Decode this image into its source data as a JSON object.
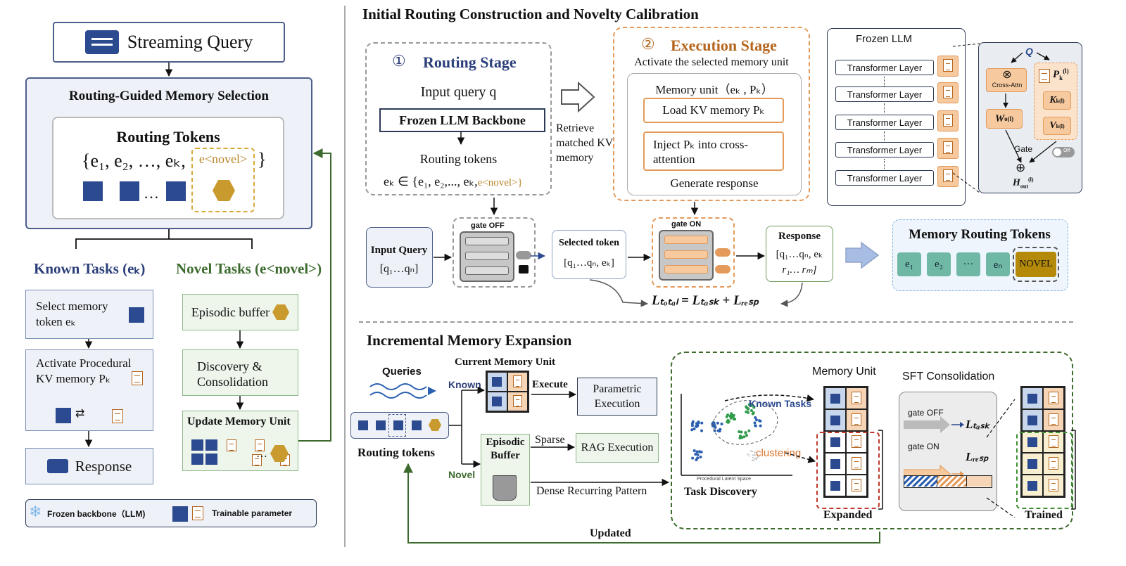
{
  "left": {
    "streaming_query": "Streaming Query",
    "selection_title": "Routing-Guided Memory Selection",
    "routing_tokens_title": "Routing Tokens",
    "routing_set_open": "{e",
    "routing_set": "{e₁,  e₂, …,  eₖ,",
    "novel_token": "e<novel>",
    "routing_set_close": "}",
    "ellipsis": "…",
    "known_tasks": "Known Tasks (eₖ)",
    "novel_tasks": "Novel Tasks (e<novel>)",
    "select_memory": "Select memory token eₖ",
    "activate": "Activate Procedural KV memory Pₖ",
    "response": "Response",
    "episodic_buffer": "Episodic buffer",
    "discovery": "Discovery & Consolidation",
    "update_memory": "Update Memory Unit",
    "legend_frozen": "Frozen backbone（LLM)",
    "legend_trainable": "Trainable parameter"
  },
  "top": {
    "title": "Initial Routing Construction and Novelty Calibration",
    "routing_stage_num": "①",
    "routing_stage": "Routing Stage",
    "input_query": "Input query q",
    "frozen_backbone": "Frozen LLM Backbone",
    "routing_tokens": "Routing tokens",
    "routing_formula": "eₖ ∈ {e₁, e₂,..., eₖ,",
    "routing_formula_novel": "e<novel>}",
    "retrieve": "Retrieve matched KV memory",
    "exec_stage_num": "②",
    "exec_stage": "Execution Stage",
    "activate_selected": "Activate the selected memory unit",
    "memory_unit": "Memory unit（eₖ ,  Pₖ）",
    "load_kv": "Load KV memory Pₖ",
    "inject": "Inject Pₖ into cross-attention",
    "generate": "Generate response",
    "frozen_llm": "Frozen LLM",
    "transformer_layer": "Transformer Layer",
    "q": "Q",
    "cross_attn": "Cross-Attn",
    "p_k": "P",
    "k_k": "K",
    "v_k": "V",
    "w_o": "W",
    "gate": "Gate",
    "off": "Off",
    "h_out": "H",
    "input_query_label": "Input Query",
    "input_query_seq": "[q₁…qₙ]",
    "gate_off": "gate OFF",
    "gate_on": "gate ON",
    "selected_token": "Selected token",
    "selected_seq": "[q₁…qₙ, eₖ]",
    "response_label": "Response",
    "response_seq1": "[q₁…qₙ, eₖ",
    "response_seq2": "r₁… rₘ]",
    "loss": "Lₜₒₜₐₗ = Lₜₐₛₖ + Lᵣₑₛₚ",
    "memory_routing_tokens": "Memory Routing Tokens",
    "tokens": [
      "e₁",
      "e₂",
      "···",
      "eₙ"
    ],
    "novel": "NOVEL"
  },
  "bottom": {
    "title": "Incremental  Memory Expansion",
    "queries": "Queries",
    "routing_tokens": "Routing tokens",
    "current_memory_unit": "Current Memory Unit",
    "known": "Known",
    "novel": "Novel",
    "execute": "Execute",
    "parametric_execution": "Parametric Execution",
    "episodic_buffer": "Episodic Buffer",
    "sparse": "Sparse",
    "rag_execution": "RAG Execution",
    "dense_pattern": "Dense Recurring Pattern",
    "known_tasks": "Known Tasks",
    "clustering": "clustering",
    "task_discovery": "Task Discovery",
    "latent_space": "Procedural Latent Space",
    "memory_unit": "Memory Unit",
    "expanded": "Expanded",
    "sft": "SFT Consolidation",
    "gate_off": "gate OFF",
    "gate_on": "gate ON",
    "l_task": "Lₜₐₛₖ",
    "l_resp": "Lᵣₑₛₚ",
    "trained": "Trained",
    "updated": "Updated"
  },
  "colors": {
    "navy": "#2b4a8f",
    "gold": "#c99a2e",
    "green": "#3d6b2f",
    "orange": "#e49a5a"
  }
}
